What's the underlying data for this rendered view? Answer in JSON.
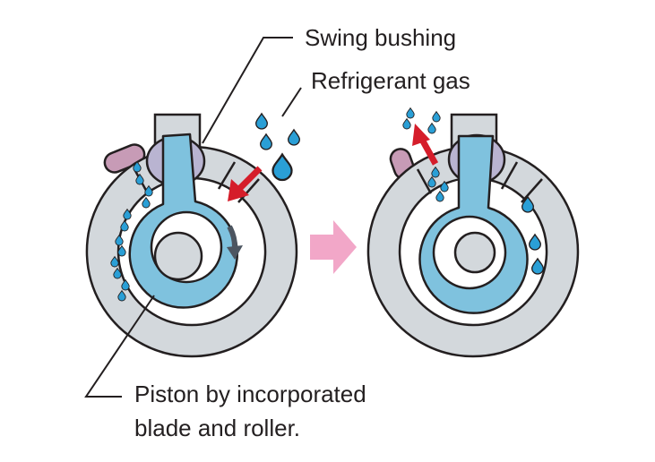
{
  "labels": {
    "swing_bushing": "Swing bushing",
    "refrigerant_gas": "Refrigerant gas",
    "piston_line1": "Piston by incorporated",
    "piston_line2": "blade and roller."
  },
  "colors": {
    "cylinder": "#d3d8dc",
    "piston": "#7fc2de",
    "bushing": "#b9b4d1",
    "valve": "#c79bb6",
    "droplet": "#2a9fd6",
    "arrow_red": "#d51d2a",
    "arrow_pink": "#f2a7c8",
    "rotation_arrow": "#4c5560",
    "outline": "#231f20"
  },
  "icons": {
    "step_arrow": "pink-right-arrow",
    "flow_in": "red-inflow-arrow",
    "flow_out": "red-outflow-arrow",
    "rotation": "curved-rotation-arrow"
  }
}
